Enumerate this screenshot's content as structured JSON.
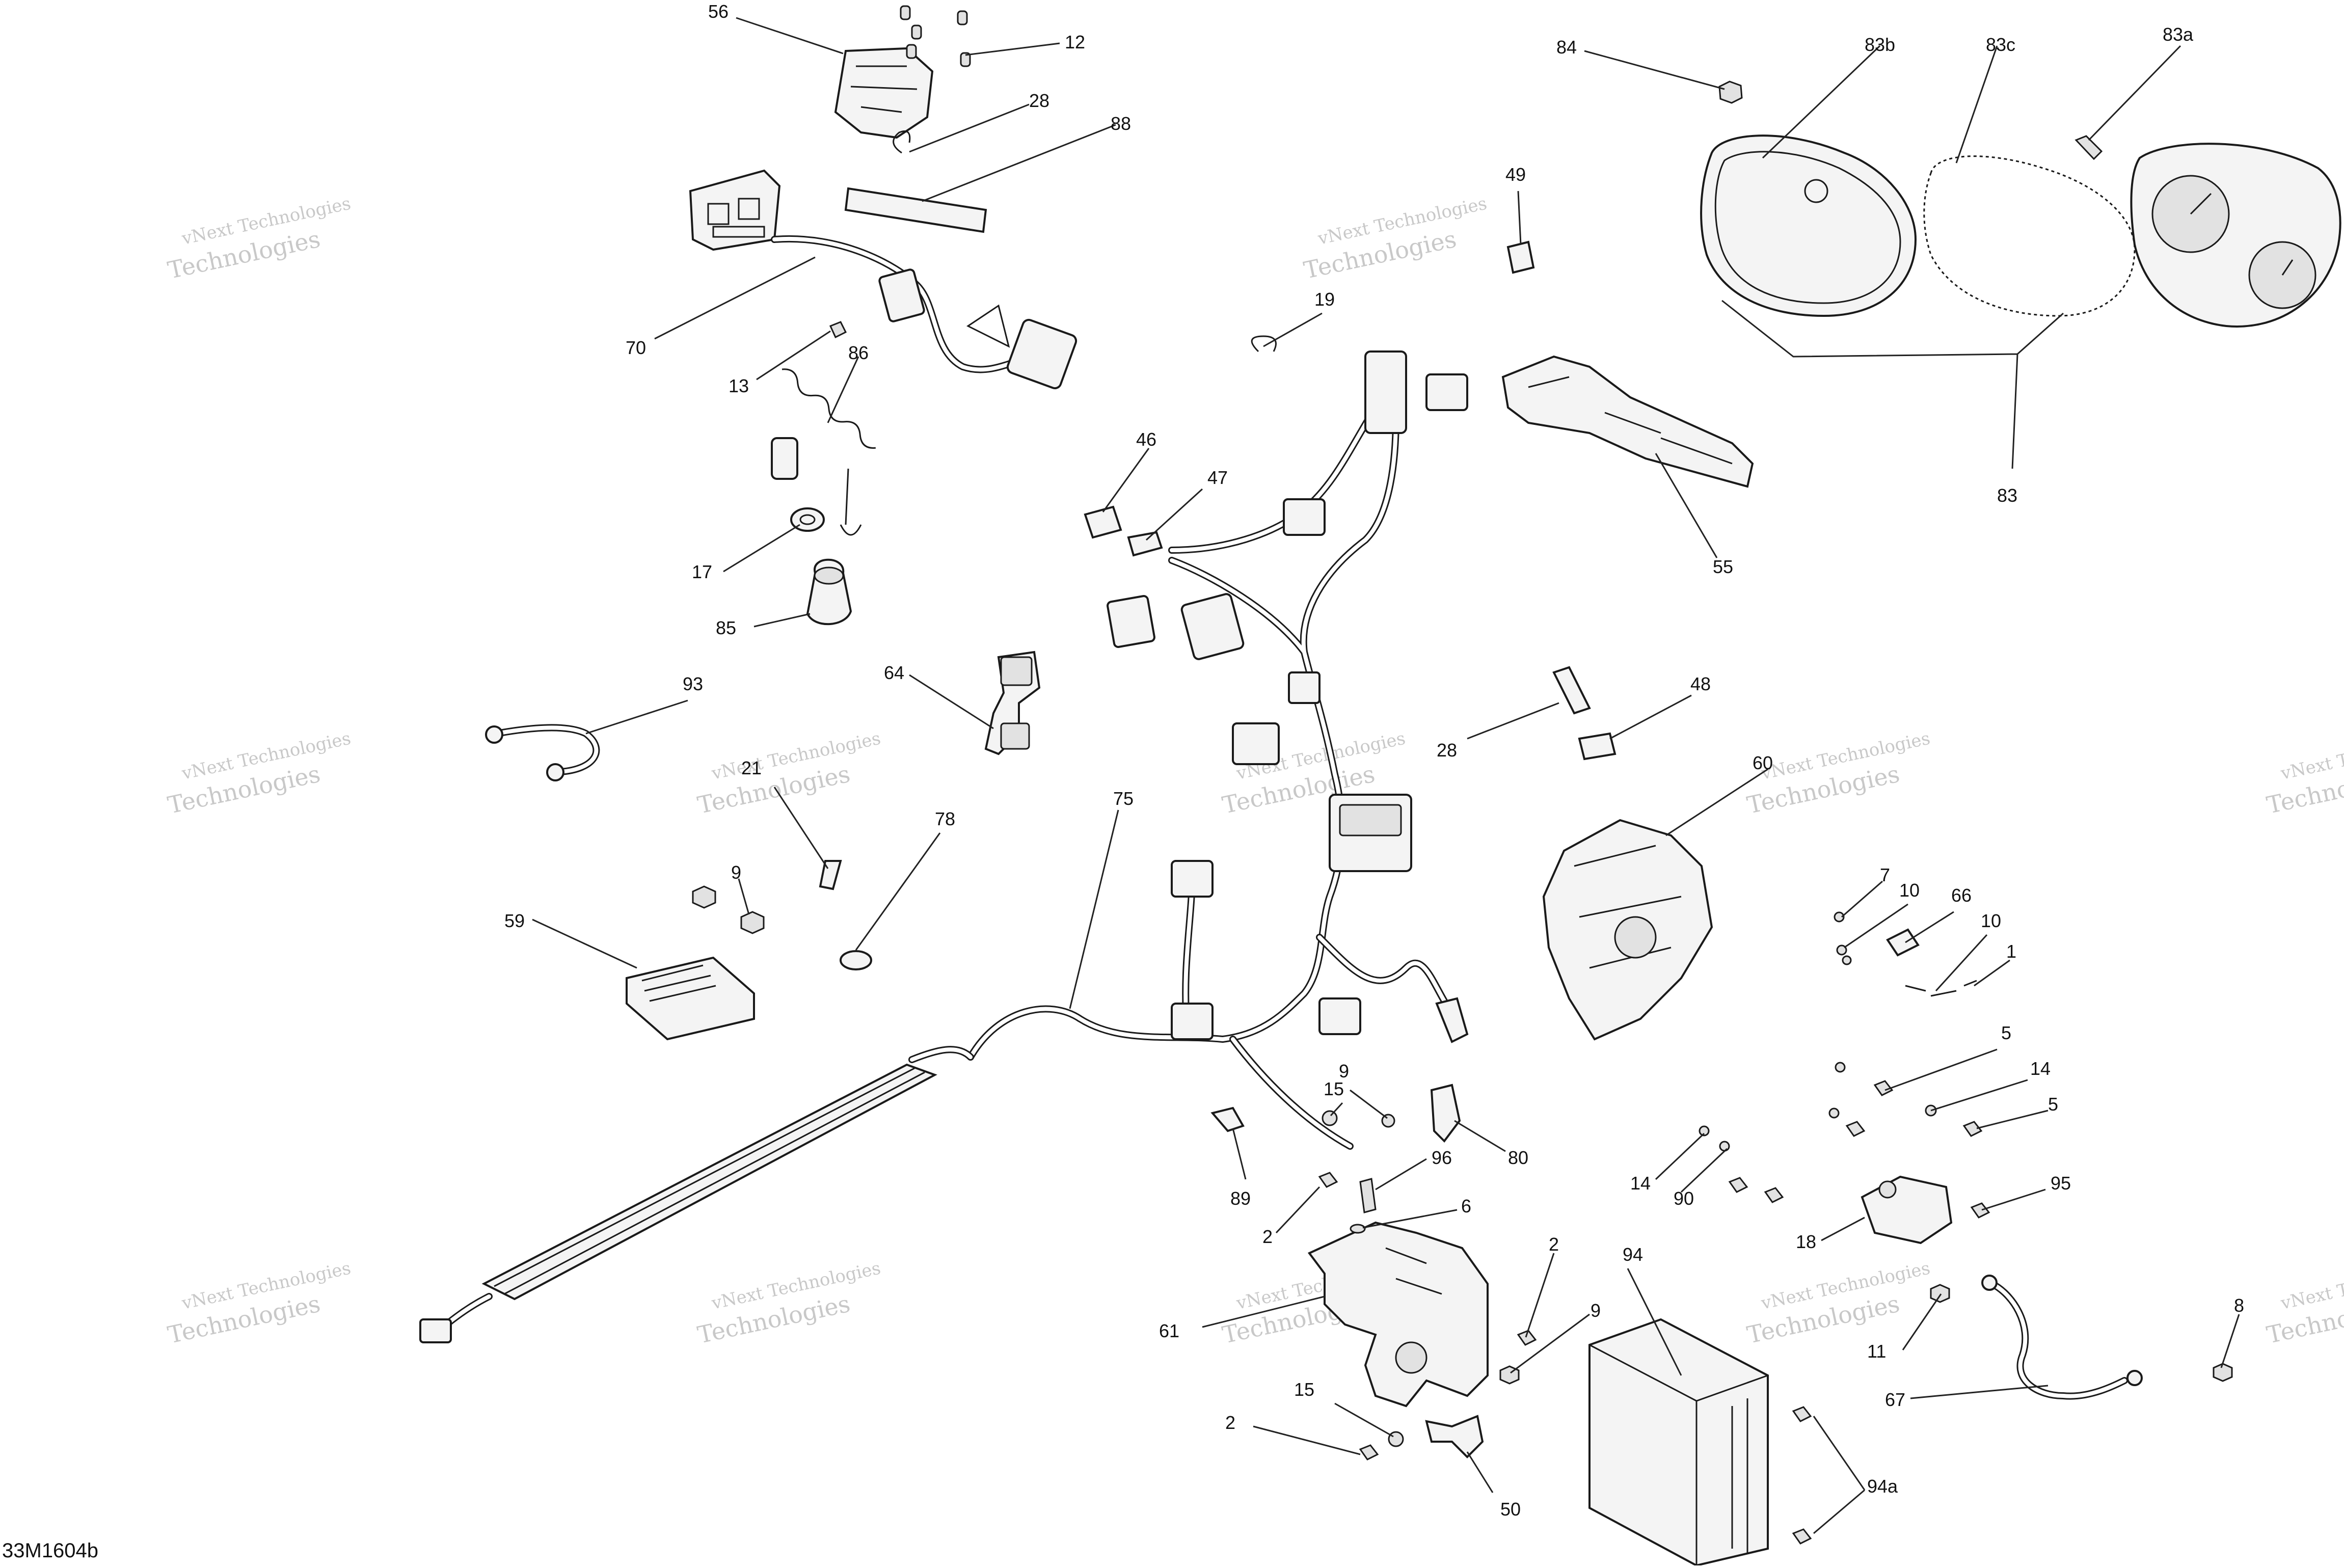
{
  "diagram": {
    "code": "33M1604b",
    "watermark": {
      "line1": "vNext Technologies",
      "line2": "Technologies"
    },
    "callouts": [
      {
        "id": "c56",
        "label": "56"
      },
      {
        "id": "c12",
        "label": "12"
      },
      {
        "id": "c28a",
        "label": "28"
      },
      {
        "id": "c88",
        "label": "88"
      },
      {
        "id": "c70",
        "label": "70"
      },
      {
        "id": "c13",
        "label": "13"
      },
      {
        "id": "c86",
        "label": "86"
      },
      {
        "id": "c17",
        "label": "17"
      },
      {
        "id": "c85",
        "label": "85"
      },
      {
        "id": "c93",
        "label": "93"
      },
      {
        "id": "c21",
        "label": "21"
      },
      {
        "id": "c9a",
        "label": "9"
      },
      {
        "id": "c59",
        "label": "59"
      },
      {
        "id": "c64",
        "label": "64"
      },
      {
        "id": "c78",
        "label": "78"
      },
      {
        "id": "c75",
        "label": "75"
      },
      {
        "id": "c46",
        "label": "46"
      },
      {
        "id": "c47",
        "label": "47"
      },
      {
        "id": "c19",
        "label": "19"
      },
      {
        "id": "c49",
        "label": "49"
      },
      {
        "id": "c84",
        "label": "84"
      },
      {
        "id": "c83b",
        "label": "83b"
      },
      {
        "id": "c83c",
        "label": "83c"
      },
      {
        "id": "c83a",
        "label": "83a"
      },
      {
        "id": "c83",
        "label": "83"
      },
      {
        "id": "c55",
        "label": "55"
      },
      {
        "id": "c48",
        "label": "48"
      },
      {
        "id": "c28b",
        "label": "28"
      },
      {
        "id": "c60",
        "label": "60"
      },
      {
        "id": "c7",
        "label": "7"
      },
      {
        "id": "c10a",
        "label": "10"
      },
      {
        "id": "c66",
        "label": "66"
      },
      {
        "id": "c10b",
        "label": "10"
      },
      {
        "id": "c1",
        "label": "1"
      },
      {
        "id": "c5a",
        "label": "5"
      },
      {
        "id": "c14a",
        "label": "14"
      },
      {
        "id": "c5b",
        "label": "5"
      },
      {
        "id": "c15a",
        "label": "15"
      },
      {
        "id": "c9b",
        "label": "9"
      },
      {
        "id": "c80",
        "label": "80"
      },
      {
        "id": "c89",
        "label": "89"
      },
      {
        "id": "c96",
        "label": "96"
      },
      {
        "id": "c6",
        "label": "6"
      },
      {
        "id": "c2a",
        "label": "2"
      },
      {
        "id": "c14b",
        "label": "14"
      },
      {
        "id": "c90",
        "label": "90"
      },
      {
        "id": "c95",
        "label": "95"
      },
      {
        "id": "c18",
        "label": "18"
      },
      {
        "id": "c61",
        "label": "61"
      },
      {
        "id": "c2b",
        "label": "2"
      },
      {
        "id": "c9c",
        "label": "9"
      },
      {
        "id": "c94",
        "label": "94"
      },
      {
        "id": "c11",
        "label": "11"
      },
      {
        "id": "c8",
        "label": "8"
      },
      {
        "id": "c67",
        "label": "67"
      },
      {
        "id": "c15b",
        "label": "15"
      },
      {
        "id": "c2c",
        "label": "2"
      },
      {
        "id": "c50",
        "label": "50"
      },
      {
        "id": "c94a",
        "label": "94a"
      }
    ]
  }
}
